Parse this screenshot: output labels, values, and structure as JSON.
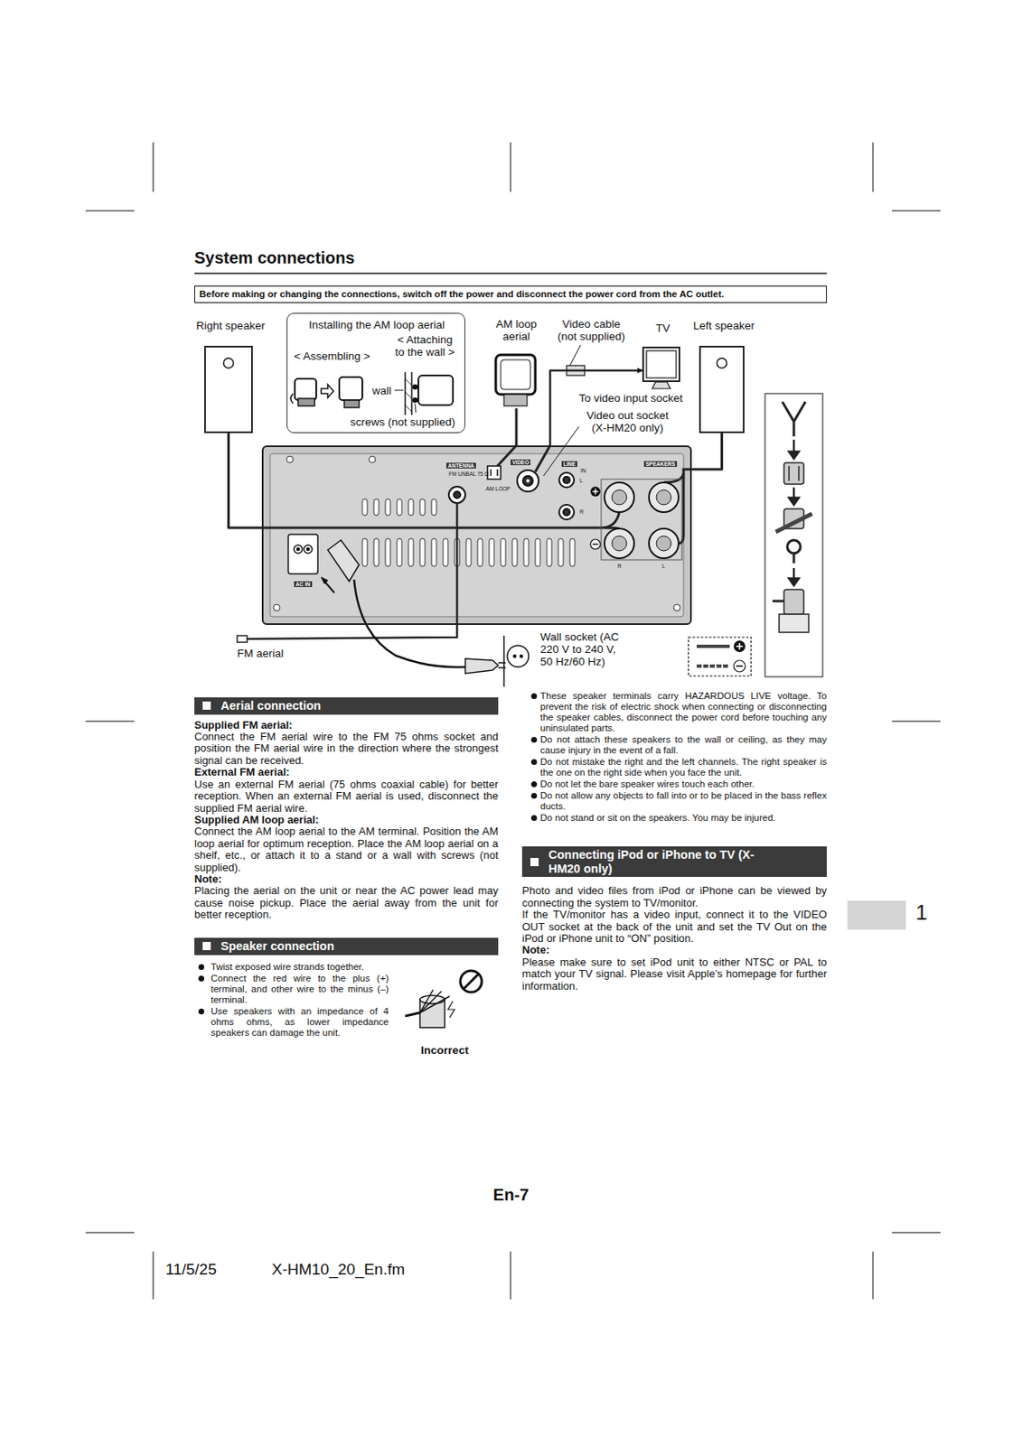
{
  "diagram": {
    "title": "System connections",
    "nodes": [
      {
        "text": [
          "Before making or changing the connections, switch off the power and disconnect the power cord from the AC outlet."
        ]
      },
      {
        "text": [
          "Right speaker"
        ]
      },
      {
        "text": [
          "Installing the AM loop aerial",
          "< Assembling >",
          "< Attaching to the wall >",
          "wall",
          "screws (not supplied)"
        ]
      },
      {
        "text": [
          "AM loop aerial"
        ]
      },
      {
        "text": [
          "TV"
        ]
      },
      {
        "text": [
          "Left speaker"
        ]
      },
      {
        "text": [
          "ANTENNA",
          "FM UNBAL 75 Ω",
          "AM LOOP",
          "VIDEO",
          "LINE",
          "IN",
          "L",
          "R",
          "SPEAKERS",
          "R",
          "L",
          "AC IN"
        ]
      },
      {
        "text": [
          "Aerial connection"
        ]
      },
      {
        "text": [
          "Speaker connection"
        ]
      },
      {
        "text": [
          "Connecting iPod or iPhone to TV (X-HM20 only)"
        ]
      }
    ],
    "edges": [
      {
        "from": 1,
        "to": 6,
        "arrow": "none"
      },
      {
        "from": 3,
        "to": 6,
        "arrow": "none"
      },
      {
        "from": 6,
        "to": 4,
        "arrow": "to"
      },
      {
        "from": 5,
        "to": 6,
        "arrow": "none"
      }
    ],
    "labels": [
      "Video cable (not supplied)",
      "To video input socket",
      "Video out socket (X-HM20 only)",
      "FM aerial",
      "Wall socket (AC 220 V to 240 V, 50 Hz/60 Hz)",
      "Supplied FM aerial:",
      "Connect the FM aerial wire to the FM 75 ohms socket and position the FM aerial wire in the direction where the strongest signal can be received.",
      "External FM aerial:",
      "Use an external FM aerial (75 ohms coaxial cable) for better reception. When an external FM aerial is used, disconnect the supplied FM aerial wire.",
      "Supplied AM loop aerial:",
      "Connect the AM loop aerial to the AM terminal. Position the AM loop aerial for optimum reception. Place the AM loop aerial on a shelf, etc., or attach it to a stand or a wall with screws (not supplied).",
      "Note:",
      "Placing the aerial on the unit or near the AC power lead may cause noise pickup. Place the aerial away from the unit for better reception.",
      "Twist exposed wire strands together.",
      "Connect the red wire to the plus (+) terminal, and other wire to the minus (–) terminal.",
      "Use speakers with an impedance of 4 ohms ohms, as lower impedance speakers can damage the unit.",
      "Incorrect",
      "These speaker terminals carry HAZARDOUS LIVE voltage. To prevent the risk of electric shock when connecting or disconnecting the speaker cables, disconnect the power cord before touching any uninsulated parts.",
      "Do not attach these speakers to the wall or ceiling, as they may cause injury in the event of a fall.",
      "Do not mistake the right and the left channels. The right speaker is the one on the right side when you face the unit.",
      "Do not let the bare speaker wires touch each other.",
      "Do not allow any objects to fall into or to be placed in the bass reflex ducts.",
      "Do not stand or sit on the speakers. You may be injured.",
      "Photo and video files from iPod or iPhone can be viewed by connecting the system to TV/monitor.",
      "If the TV/monitor has a video input, connect it to the VIDEO OUT socket at the back of the unit and set the TV Out on the iPod or iPhone unit to “ON” position.",
      "Note:",
      "Please make sure to set iPod unit to either NTSC or PAL to match your TV signal. Please visit Apple’s homepage for further information.",
      "1",
      "En-7",
      "11/5/25",
      "X-HM10_20_En.fm"
    ]
  }
}
